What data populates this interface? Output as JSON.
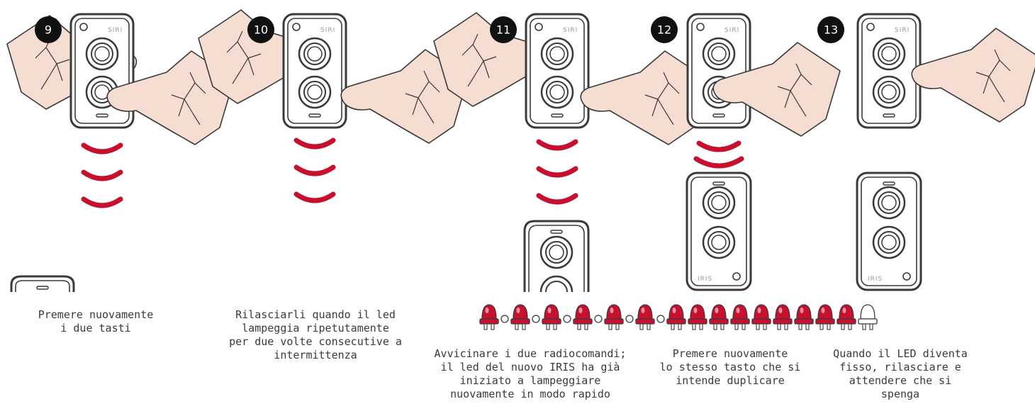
{
  "steps": [
    {
      "number": "9",
      "caption": "Premere nuovamente\ni due tasti"
    },
    {
      "number": "10",
      "caption": "Rilasciarli quando il led\nlampeggia ripetutamente\nper due volte consecutive a\nintermittenza"
    },
    {
      "number": "11",
      "caption": "Avvicinare i due radiocomandi;\nil led del nuovo IRIS ha già\niniziato a lampeggiare\nnuovamente in modo rapido"
    },
    {
      "number": "12",
      "caption": "Premere nuovamente\nlo stesso tasto che si\nintende duplicare"
    },
    {
      "number": "13",
      "caption": "Quando il LED diventa\nfisso, rilasciare e\nattendere che si\nspenga"
    }
  ],
  "remote": {
    "brand_top": "SIRI",
    "brand_bottom": "IRIS"
  },
  "led_sequence": {
    "pattern": [
      "on",
      "off",
      "on",
      "off",
      "on",
      "off",
      "on",
      "off",
      "on",
      "off",
      "on",
      "off",
      "on",
      "on",
      "on",
      "on",
      "on",
      "on",
      "on",
      "on",
      "on",
      "white"
    ],
    "colors": {
      "on": "#c8102e",
      "white": "#ffffff"
    }
  },
  "colors": {
    "wave": "#c8102e",
    "skin": "#f6ddd2",
    "outline": "#3a3a3a",
    "badge": "#111111",
    "remote_body": "#ffffff"
  }
}
